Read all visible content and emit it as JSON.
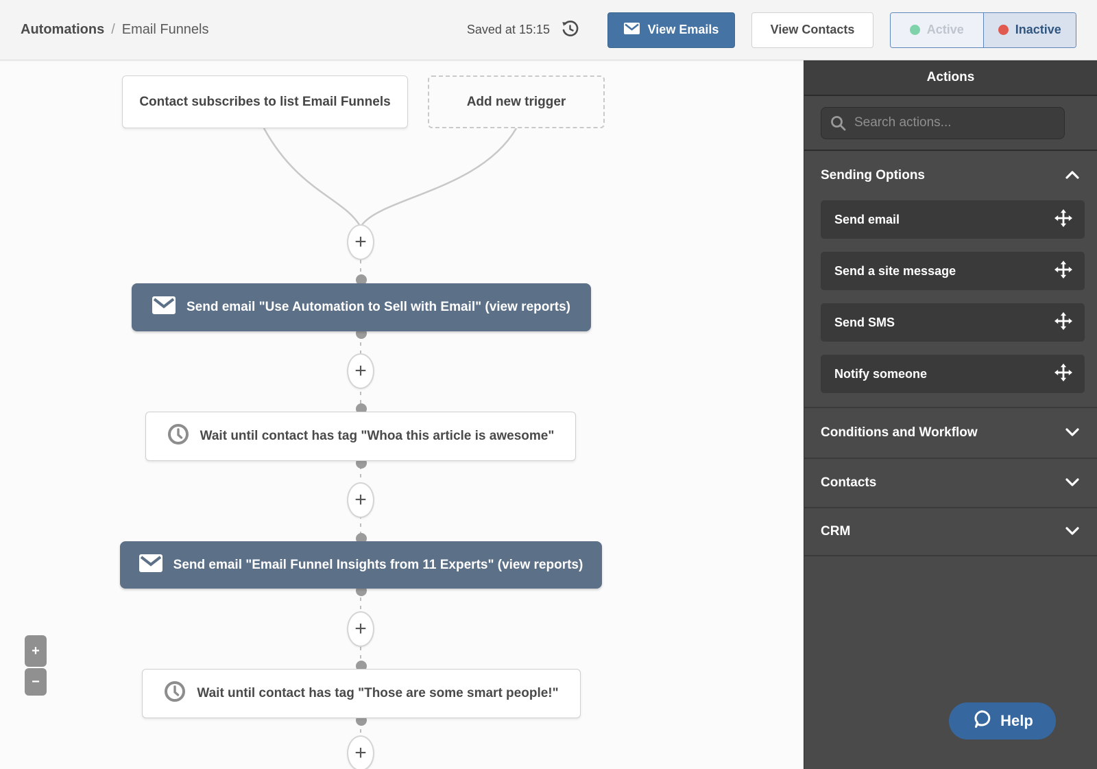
{
  "topbar": {
    "breadcrumb": {
      "parent": "Automations",
      "separator": "/",
      "current": "Email Funnels"
    },
    "saved_status": "Saved at 15:15",
    "view_emails_label": "View Emails",
    "view_contacts_label": "View Contacts",
    "toggle": {
      "active_label": "Active",
      "inactive_label": "Inactive",
      "selected": "Inactive",
      "active_dot_color": "#7fd3ab",
      "inactive_dot_color": "#e05a4f"
    }
  },
  "canvas": {
    "triggers": [
      {
        "label": "Contact subscribes to list Email Funnels",
        "style": "solid"
      },
      {
        "label": "Add new trigger",
        "style": "dashed"
      }
    ],
    "nodes": [
      {
        "type": "send_email",
        "label": "Send email \"Use Automation to Sell with Email\" (view reports)"
      },
      {
        "type": "wait",
        "label": "Wait until contact has tag \"Whoa this article is awesome\""
      },
      {
        "type": "send_email",
        "label": "Send email \"Email Funnel Insights from 11 Experts\" (view reports)"
      },
      {
        "type": "wait",
        "label": "Wait until contact has tag \"Those are some smart people!\""
      }
    ],
    "add_step_symbol": "+",
    "zoom_controls": {
      "zoom_in": "+",
      "zoom_out": "−"
    },
    "colors": {
      "send_node": "#5c7088",
      "canvas_bg": "#fbfbfb",
      "connector": "#c8c8c8"
    }
  },
  "sidebar": {
    "title": "Actions",
    "search_placeholder": "Search actions...",
    "sections": [
      {
        "label": "Sending Options",
        "expanded": true,
        "items": [
          {
            "label": "Send email"
          },
          {
            "label": "Send a site message"
          },
          {
            "label": "Send SMS"
          },
          {
            "label": "Notify someone"
          }
        ]
      },
      {
        "label": "Conditions and Workflow",
        "expanded": false
      },
      {
        "label": "Contacts",
        "expanded": false
      },
      {
        "label": "CRM",
        "expanded": false
      }
    ]
  },
  "help": {
    "label": "Help"
  }
}
